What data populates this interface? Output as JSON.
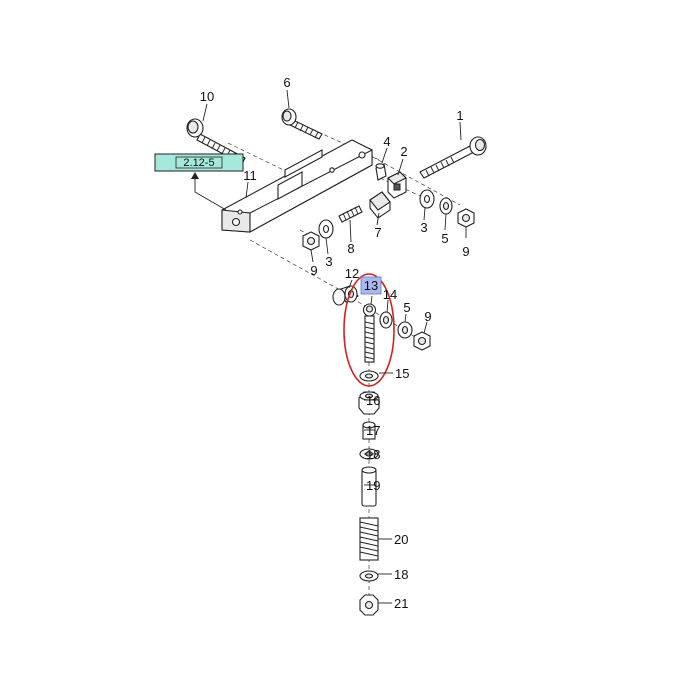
{
  "diagram": {
    "callouts": [
      {
        "id": "c10",
        "label": "10"
      },
      {
        "id": "c6",
        "label": "6"
      },
      {
        "id": "c1",
        "label": "1"
      },
      {
        "id": "c4",
        "label": "4"
      },
      {
        "id": "c2",
        "label": "2"
      },
      {
        "id": "c11",
        "label": "11"
      },
      {
        "id": "c8",
        "label": "8"
      },
      {
        "id": "c7",
        "label": "7"
      },
      {
        "id": "c3a",
        "label": "3"
      },
      {
        "id": "c5a",
        "label": "5"
      },
      {
        "id": "c9a",
        "label": "9"
      },
      {
        "id": "c3b",
        "label": "3"
      },
      {
        "id": "c9b",
        "label": "9"
      },
      {
        "id": "c12",
        "label": "12"
      },
      {
        "id": "c13",
        "label": "13"
      },
      {
        "id": "c14",
        "label": "14"
      },
      {
        "id": "c5b",
        "label": "5"
      },
      {
        "id": "c9c",
        "label": "9"
      },
      {
        "id": "c15",
        "label": "15"
      },
      {
        "id": "c16",
        "label": "16"
      },
      {
        "id": "c17",
        "label": "17"
      },
      {
        "id": "c18a",
        "label": "18"
      },
      {
        "id": "c19",
        "label": "19"
      },
      {
        "id": "c20",
        "label": "20"
      },
      {
        "id": "c18b",
        "label": "18"
      },
      {
        "id": "c21",
        "label": "21"
      }
    ],
    "reference_box": {
      "label": "2.12-5",
      "fill_color": "#a6e8dc"
    },
    "highlight": {
      "callout": "13",
      "fill_color": "#a9b9ee",
      "ring_color": "#d42020"
    }
  }
}
